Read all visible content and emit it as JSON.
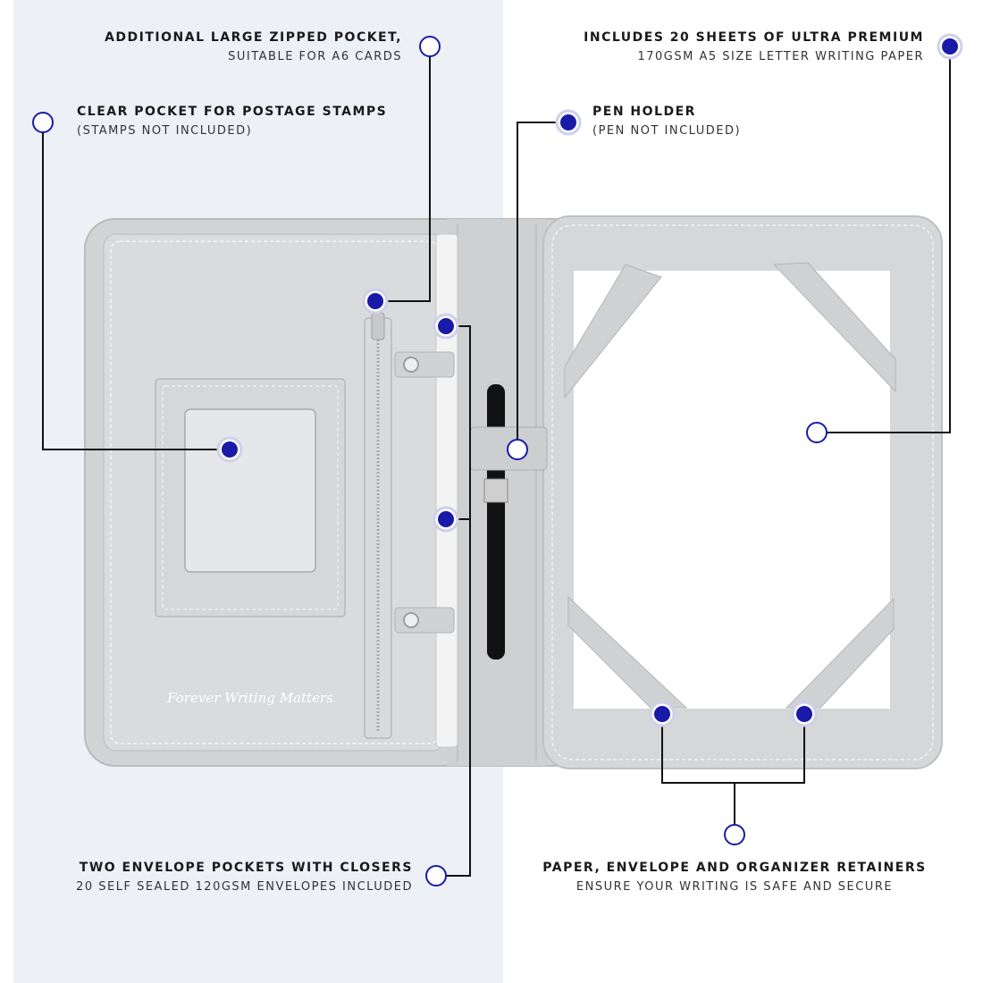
{
  "callouts": {
    "zipped_pocket": {
      "title": "Additional large zipped pocket,",
      "subtitle": "suitable for A6 cards"
    },
    "stamps_pocket": {
      "title": "Clear pocket for postage stamps",
      "subtitle": "(stamps not included)"
    },
    "writing_paper": {
      "title": "Includes 20 sheets of ultra premium",
      "subtitle": "170gsm A5 size letter writing paper"
    },
    "pen_holder": {
      "title": "Pen holder",
      "subtitle": "(pen not included)"
    },
    "envelope_pockets": {
      "title": "Two envelope pockets with closers",
      "subtitle": "20 self sealed 120gsm envelopes included"
    },
    "retainers": {
      "title": "Paper, envelope and organizer retainers",
      "subtitle": "ensure your writing is safe and secure"
    }
  },
  "product": {
    "signature": "Forever Writing Matters"
  },
  "colors": {
    "marker_blue": "#1a1aa8",
    "leather": "#d4d5d7",
    "background_left": "#edf0f5"
  }
}
